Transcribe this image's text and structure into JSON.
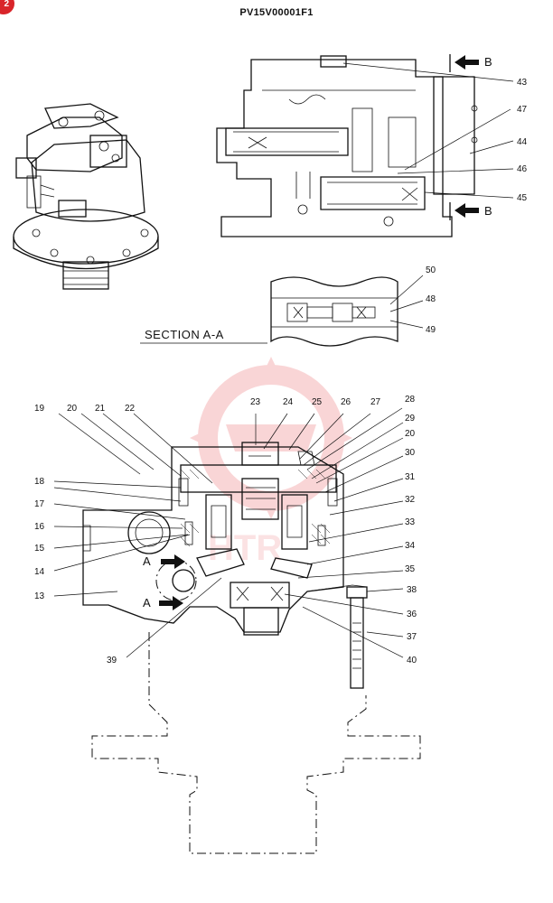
{
  "page": {
    "badge": "2",
    "title": "PV15V00001F1"
  },
  "labels": {
    "section_aa": "SECTION A-A",
    "arrow_b_top": "B",
    "arrow_b_bottom": "B",
    "arrow_a_top": "A",
    "arrow_a_bottom": "A"
  },
  "callouts": {
    "c43": "43",
    "c47": "47",
    "c44": "44",
    "c46": "46",
    "c45": "45",
    "c50": "50",
    "c48": "48",
    "c49": "49",
    "c19": "19",
    "c20a": "20",
    "c21": "21",
    "c22": "22",
    "c23": "23",
    "c24": "24",
    "c25": "25",
    "c26": "26",
    "c27": "27",
    "c28": "28",
    "c29": "29",
    "c20b": "20",
    "c30": "30",
    "c31": "31",
    "c32": "32",
    "c33": "33",
    "c34": "34",
    "c35": "35",
    "c36": "36",
    "c37": "37",
    "c38": "38",
    "c40": "40",
    "c39": "39",
    "c13": "13",
    "c14": "14",
    "c15": "15",
    "c16": "16",
    "c17": "17",
    "c18": "18"
  },
  "watermark": {
    "text": "HTR",
    "color": "#e8454a"
  }
}
